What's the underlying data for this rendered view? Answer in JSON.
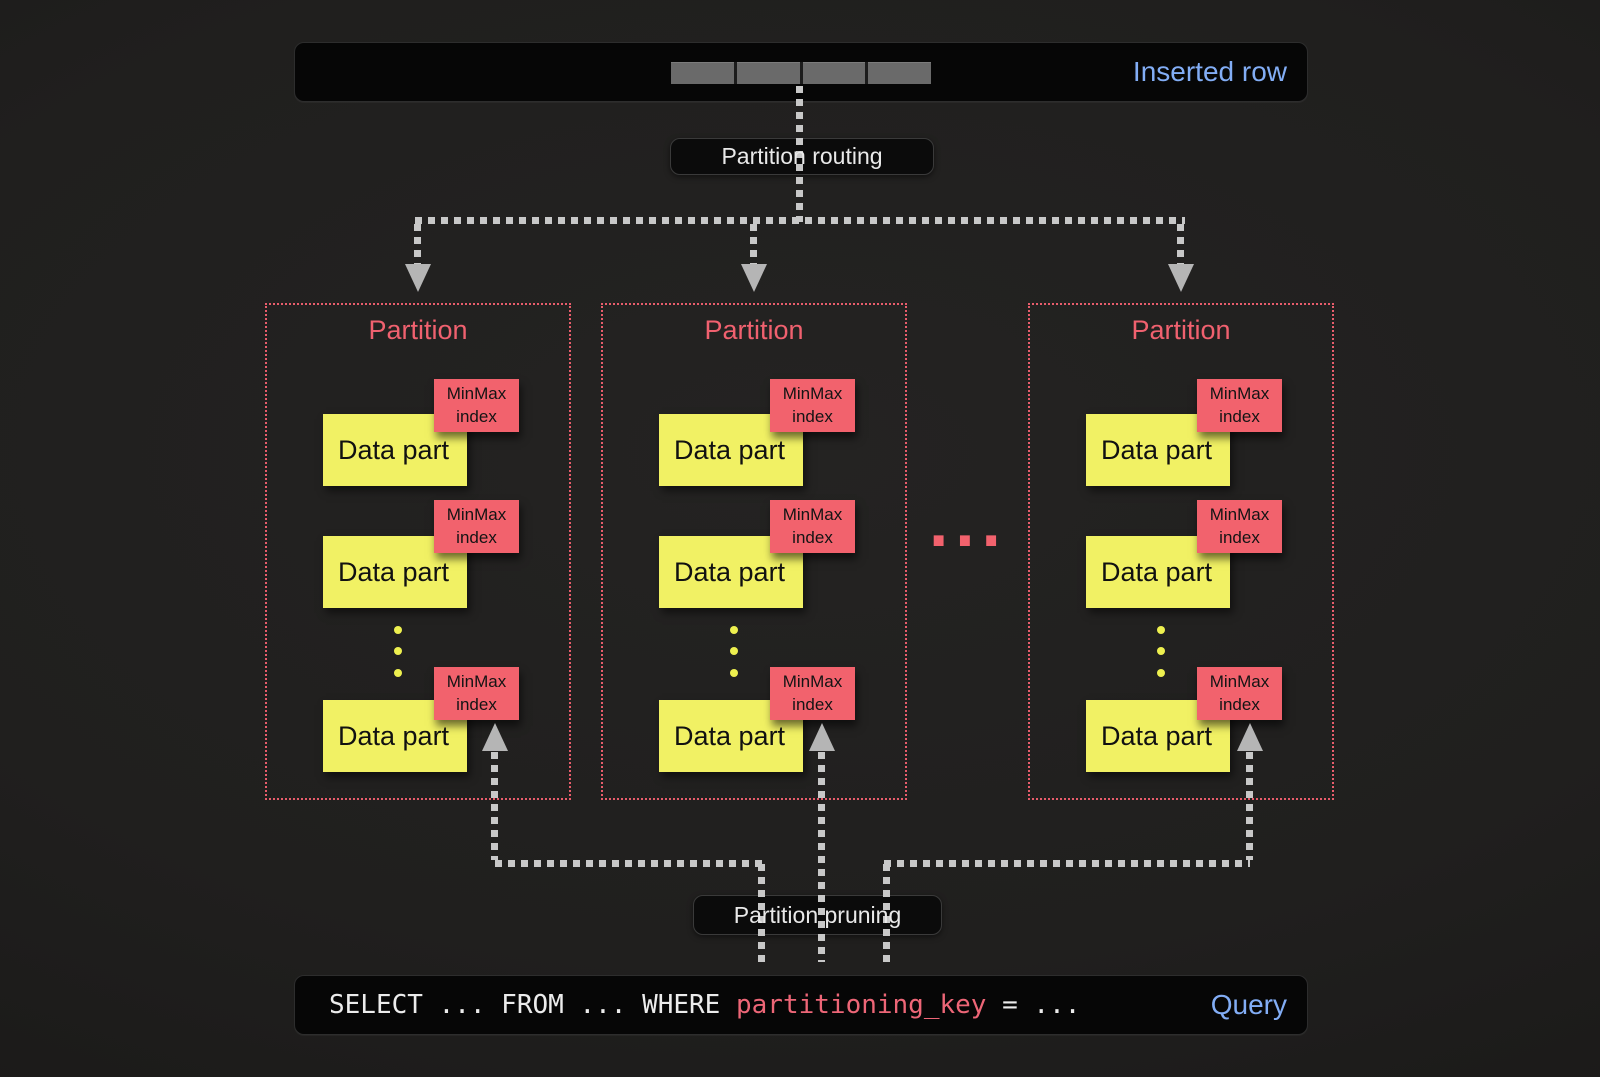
{
  "colors": {
    "background": "#1e1d1d",
    "bar_background": "#060606",
    "accent_yellow": "#f1f164",
    "accent_red": "#f2626d",
    "partition_border_red": "#e85d6c",
    "accent_blue": "#82adf5",
    "connector_gray": "#c8c8c8",
    "arrowhead_gray": "#b5b5b5",
    "row_segment_gray": "#6a6a6a"
  },
  "inserted_row_bar": {
    "label": "Inserted row",
    "segment_count": 4
  },
  "routing_pill": {
    "label": "Partition routing"
  },
  "pruning_pill": {
    "label": "Partition pruning"
  },
  "partitions": [
    {
      "title": "Partition",
      "parts": [
        {
          "label": "Data part",
          "badge": "MinMax index"
        },
        {
          "label": "Data part",
          "badge": "MinMax index"
        },
        {
          "label": "Data part",
          "badge": "MinMax index"
        }
      ]
    },
    {
      "title": "Partition",
      "parts": [
        {
          "label": "Data part",
          "badge": "MinMax index"
        },
        {
          "label": "Data part",
          "badge": "MinMax index"
        },
        {
          "label": "Data part",
          "badge": "MinMax index"
        }
      ]
    },
    {
      "title": "Partition",
      "parts": [
        {
          "label": "Data part",
          "badge": "MinMax index"
        },
        {
          "label": "Data part",
          "badge": "MinMax index"
        },
        {
          "label": "Data part",
          "badge": "MinMax index"
        }
      ]
    }
  ],
  "between_partitions_ellipsis": "...",
  "query_bar": {
    "sql_before": "SELECT ... FROM ... WHERE ",
    "sql_key": "partitioning_key",
    "sql_after": " = ...",
    "label": "Query"
  }
}
